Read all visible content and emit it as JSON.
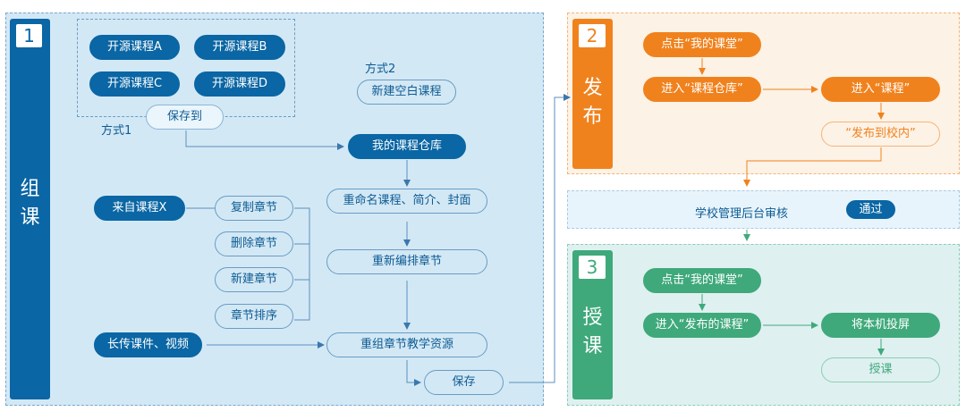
{
  "stage1": {
    "number": "1",
    "title": [
      "组",
      "课"
    ],
    "open_courses": [
      "开源课程A",
      "开源课程B",
      "开源课程C",
      "开源课程D"
    ],
    "save_to": "保存到",
    "method1": "方式1",
    "method2": "方式2",
    "new_blank": "新建空白课程",
    "my_repo": "我的课程仓库",
    "rename": "重命名课程、简介、封面",
    "rearrange": "重新编排章节",
    "regroup": "重组章节教学资源",
    "save": "保存",
    "from_course": "来自课程X",
    "chapter_ops": [
      "复制章节",
      "删除章节",
      "新建章节",
      "章节排序"
    ],
    "upload": "长传课件、视频"
  },
  "stage2": {
    "number": "2",
    "title": [
      "发",
      "布"
    ],
    "click_class": "点击“我的课堂”",
    "enter_repo": "进入“课程仓库”",
    "enter_course": "进入“课程”",
    "publish": "“发布到校内”"
  },
  "review": {
    "text": "学校管理后台审核",
    "pass": "通过"
  },
  "stage3": {
    "number": "3",
    "title": [
      "授",
      "课"
    ],
    "click_class": "点击“我的课堂”",
    "enter_published": "进入“发布的课程”",
    "cast": "将本机投屏",
    "teach": "授课"
  },
  "colors": {
    "blue": "#0a66a4",
    "orange": "#f0821e",
    "green": "#3fa97b"
  }
}
